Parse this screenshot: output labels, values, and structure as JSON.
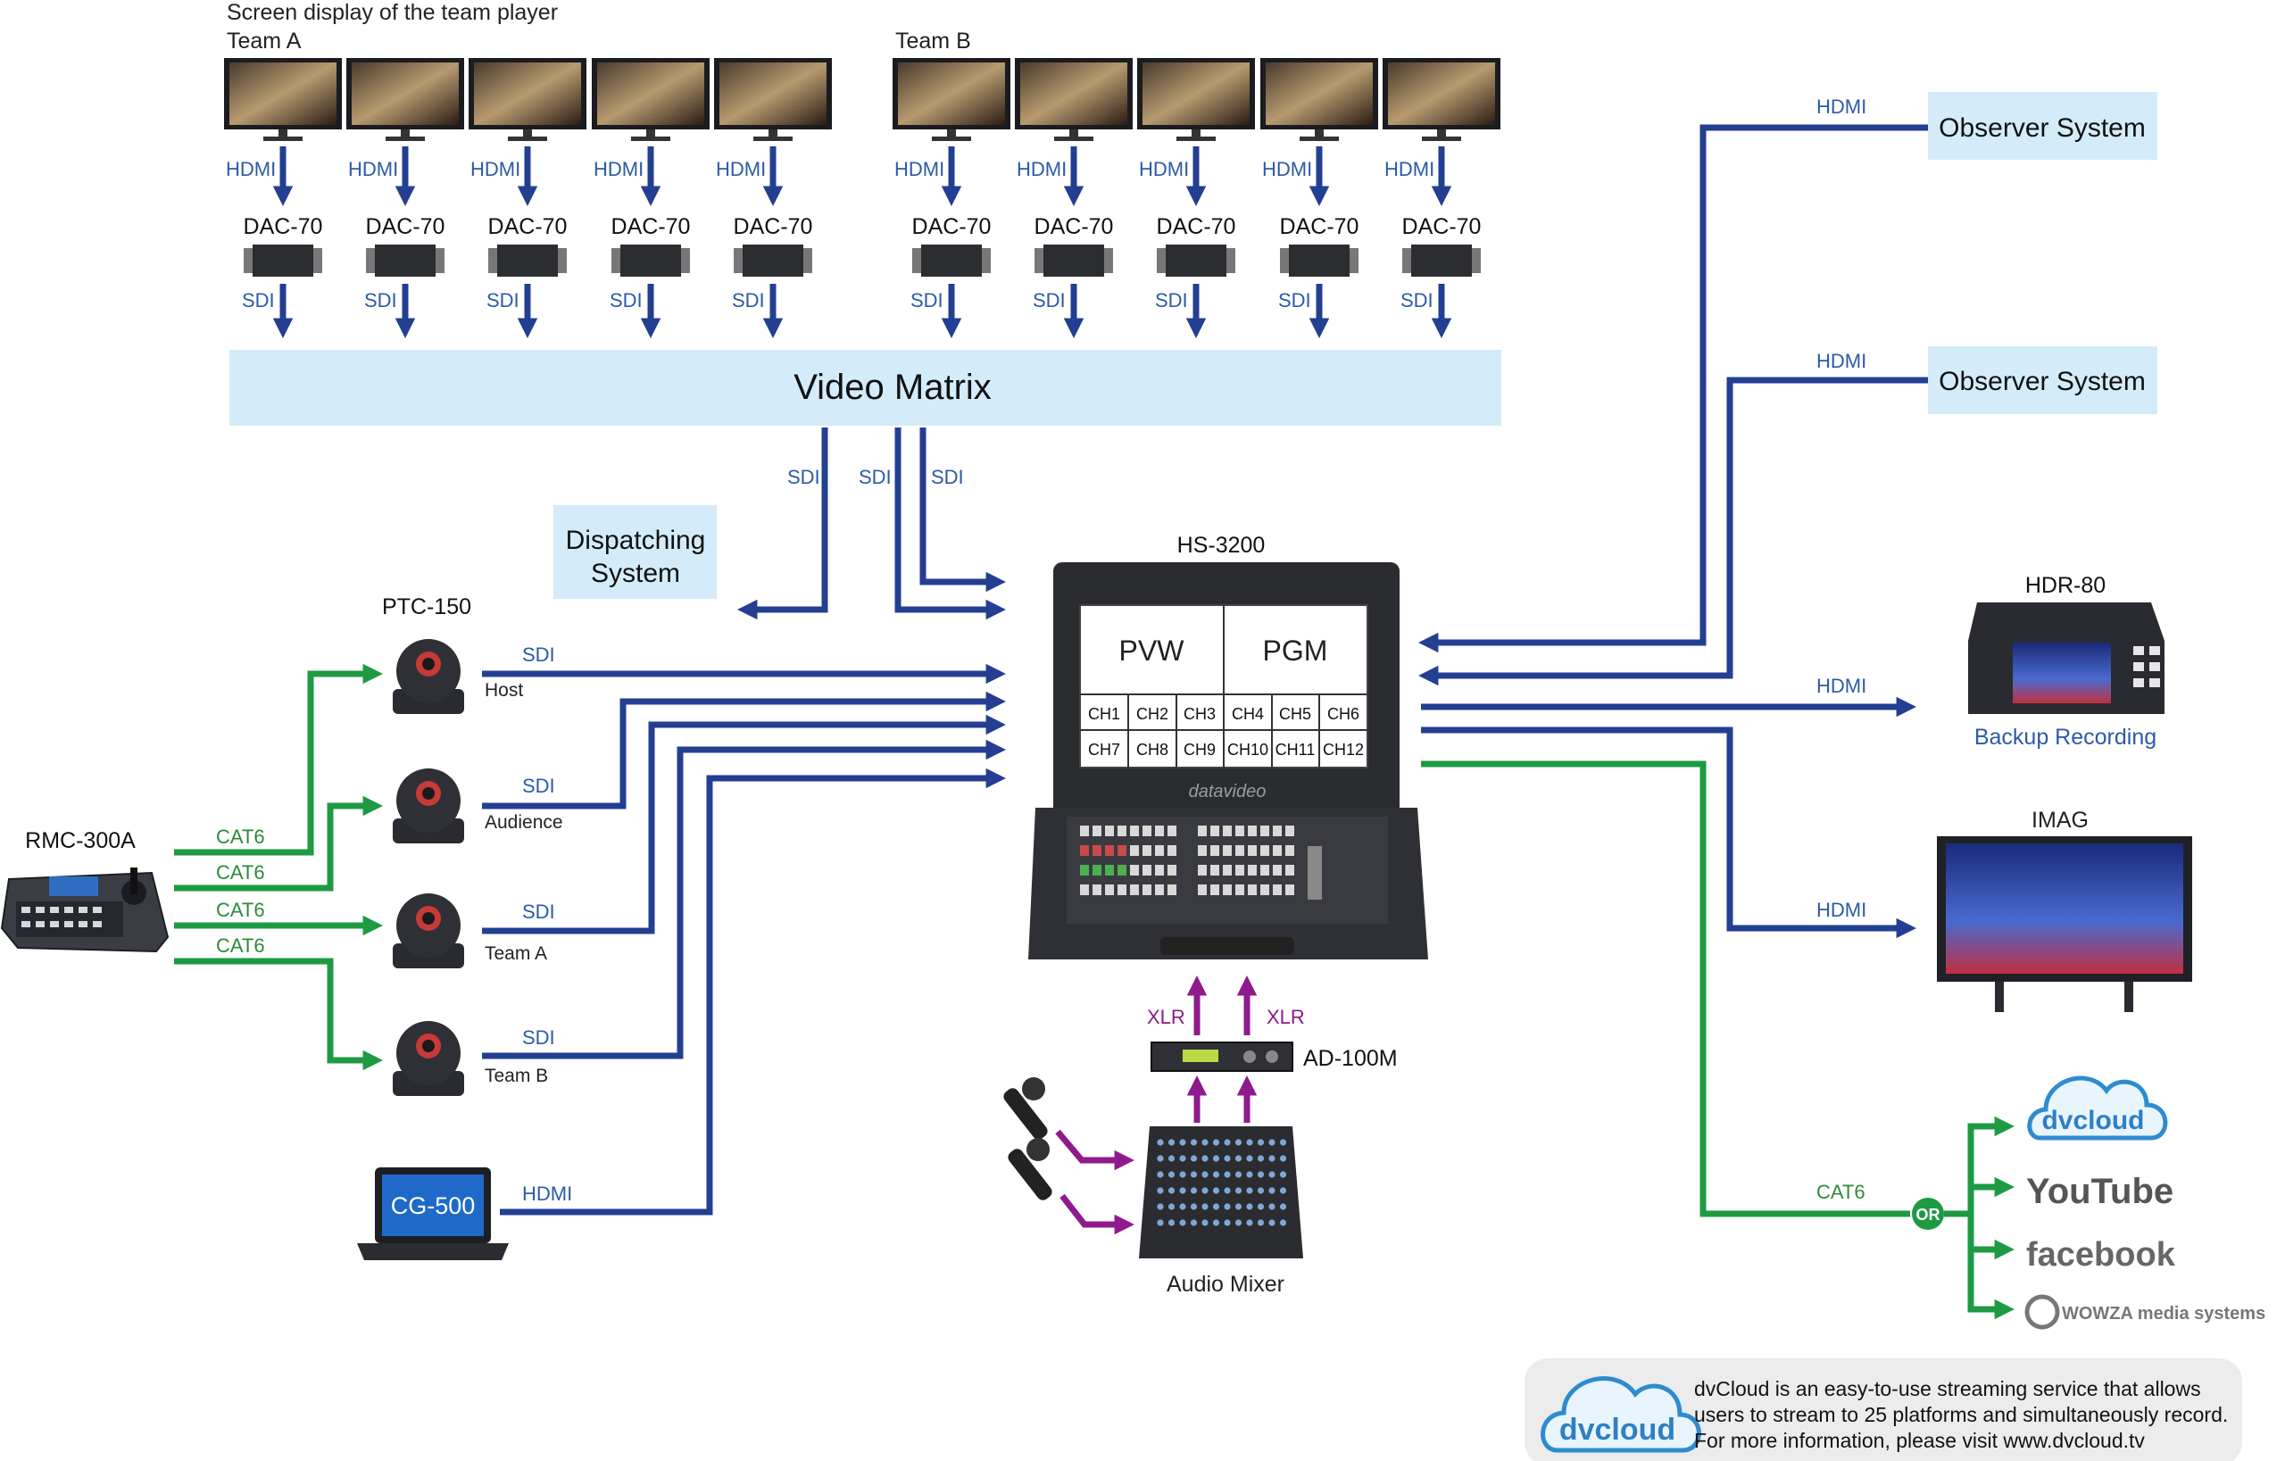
{
  "top": {
    "caption": "Screen display of the team player",
    "team_a": "Team A",
    "team_b": "Team B"
  },
  "monitor_labels": {
    "hdmi": "HDMI",
    "sdi": "SDI",
    "converter": "DAC-70"
  },
  "video_matrix": "Video Matrix",
  "dispatching_system": "Dispatching\nSystem",
  "dispatching_line1": "Dispatching",
  "dispatching_line2": "System",
  "matrix_out": [
    "SDI",
    "SDI",
    "SDI"
  ],
  "cameras": {
    "model": "PTC-150",
    "items": [
      {
        "link": "SDI",
        "name": "Host"
      },
      {
        "link": "SDI",
        "name": "Audience"
      },
      {
        "link": "SDI",
        "name": "Team A"
      },
      {
        "link": "SDI",
        "name": "Team B"
      }
    ]
  },
  "controller": {
    "name": "RMC-300A",
    "links": [
      "CAT6",
      "CAT6",
      "CAT6",
      "CAT6"
    ]
  },
  "cg": {
    "name": "CG-500",
    "link": "HDMI"
  },
  "switcher": {
    "name": "HS-3200",
    "pvw": "PVW",
    "pgm": "PGM",
    "channels_row1": [
      "CH1",
      "CH2",
      "CH3",
      "CH4",
      "CH5",
      "CH6"
    ],
    "channels_row2": [
      "CH7",
      "CH8",
      "CH9",
      "CH10",
      "CH11",
      "CH12"
    ],
    "brand": "datavideo"
  },
  "audio": {
    "converter": "AD-100M",
    "xlr": [
      "XLR",
      "XLR"
    ],
    "mixer": "Audio Mixer"
  },
  "right": {
    "observer1": {
      "name": "Observer System",
      "link": "HDMI"
    },
    "observer2": {
      "name": "Observer System",
      "link": "HDMI"
    },
    "recorder": {
      "name": "HDR-80",
      "caption": "Backup Recording",
      "link": "HDMI"
    },
    "imag": {
      "name": "IMAG",
      "link": "HDMI"
    },
    "stream": {
      "link": "CAT6",
      "or": "OR"
    },
    "platforms": [
      "dvcloud",
      "YouTube",
      "facebook",
      "WOWZA media systems"
    ]
  },
  "footer": {
    "line1": "dvCloud is an easy-to-use streaming service that allows",
    "line2": "users to stream to 25 platforms and simultaneously record.",
    "line3": "For more information, please visit www.dvcloud.tv",
    "logo": "dvcloud"
  },
  "colors": {
    "signal_blue": "#233f92",
    "cat6_green": "#1e9a43",
    "audio_purple": "#8f1a8c",
    "box_fill": "#d4ecf9"
  }
}
